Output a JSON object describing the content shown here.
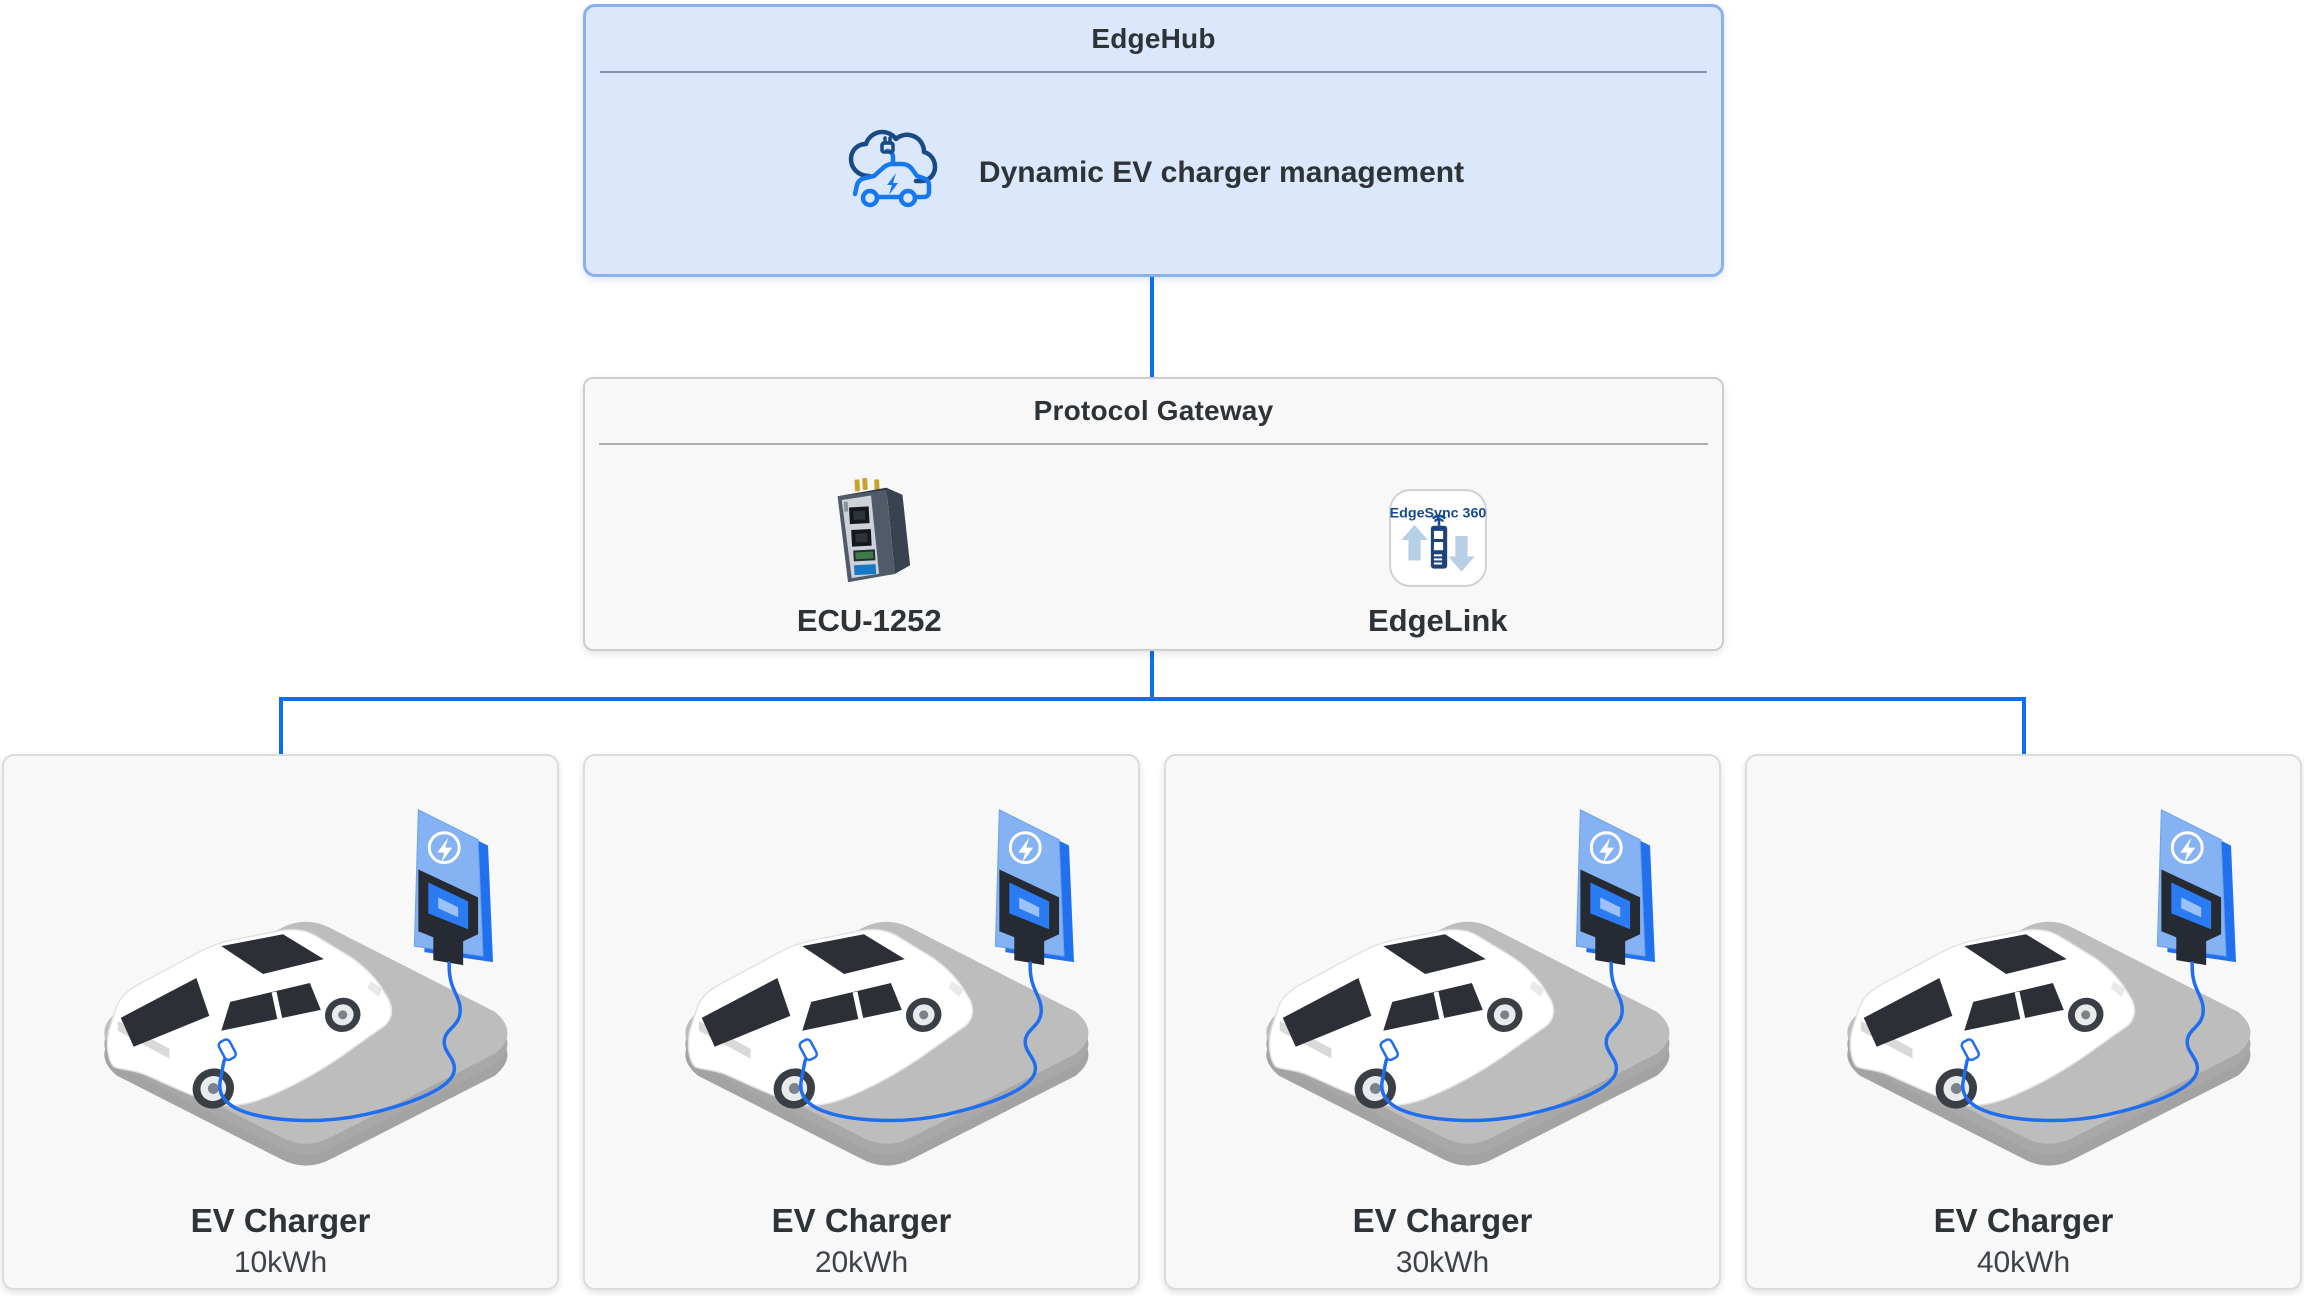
{
  "edgehub": {
    "title": "EdgeHub",
    "description": "Dynamic EV charger management"
  },
  "gateway": {
    "title": "Protocol Gateway",
    "devices": [
      {
        "label": "ECU-1252",
        "icon": "ecu-1252-device-image"
      },
      {
        "label": "EdgeLink",
        "icon": "edgesync-360-icon",
        "icon_text": "EdgeSync 360"
      }
    ]
  },
  "chargers": [
    {
      "title": "EV Charger",
      "capacity": "10kWh"
    },
    {
      "title": "EV Charger",
      "capacity": "20kWh"
    },
    {
      "title": "EV Charger",
      "capacity": "30kWh"
    },
    {
      "title": "EV Charger",
      "capacity": "40kWh"
    }
  ],
  "colors": {
    "connector_blue": "#0d6ef0",
    "edgehub_fill": "#dbe8fc",
    "edgehub_border": "#8ab0ef",
    "node_fill": "#f8f8f8",
    "node_border": "#cdcdcd",
    "accent_blue": "#1f6ef0",
    "charger_panel_light": "#84b2f3",
    "text_dark": "#2e3338"
  }
}
